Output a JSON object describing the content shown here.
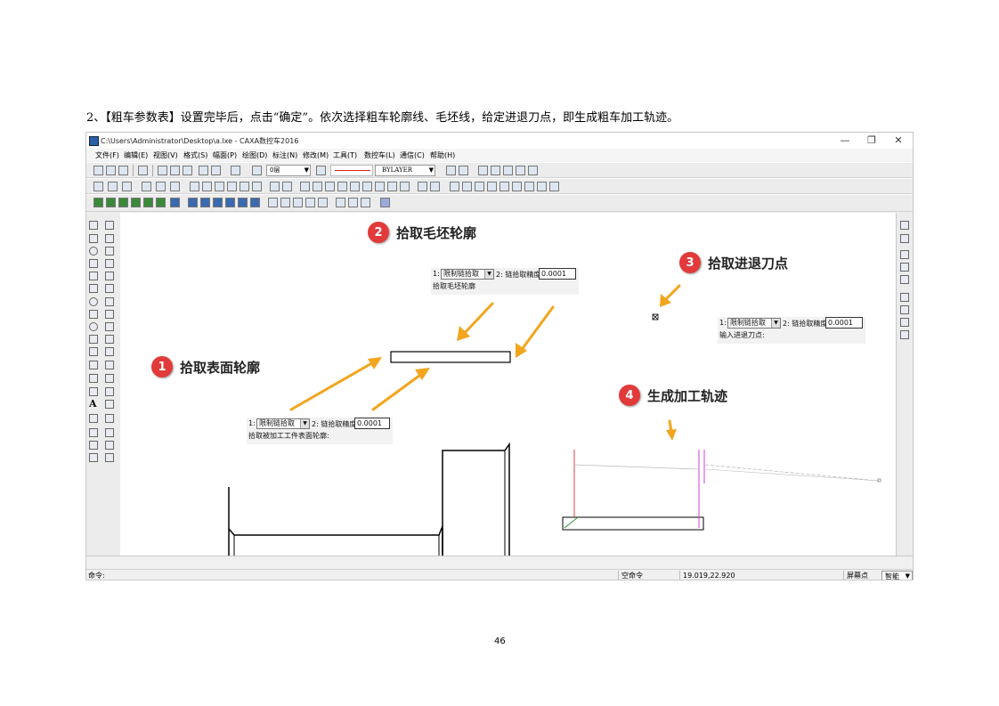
{
  "instruction": "2、【粗车参数表】设置完毕后，点击“确定”。依次选择粗车轮廓线、毛坯线，给定进退刀点，即生成粗车加工轨迹。",
  "window": {
    "title": "C:\\Users\\Administrator\\Desktop\\a.lxe - CAXA数控车2016",
    "minimize": "—",
    "restore": "❐",
    "close": "✕"
  },
  "menu": [
    "文件(F)",
    "编辑(E)",
    "视图(V)",
    "格式(S)",
    "幅面(P)",
    "绘图(D)",
    "标注(N)",
    "修改(M)",
    "工具(T)",
    "数控车(L)",
    "通信(C)",
    "帮助(H)"
  ],
  "toolbar": {
    "layer": "0层",
    "linetype": "BYLAYER"
  },
  "annotations": [
    {
      "num": "1",
      "text": "拾取表面轮廓"
    },
    {
      "num": "2",
      "text": "拾取毛坯轮廓"
    },
    {
      "num": "3",
      "text": "拾取进退刀点"
    },
    {
      "num": "4",
      "text": "生成加工轨迹"
    }
  ],
  "prompts": {
    "surface": {
      "prefix": "1:",
      "mode": "限制链拾取",
      "precision_label": "2: 链拾取精度",
      "value": "0.0001",
      "hint": "拾取被加工工件表面轮廓:"
    },
    "blank": {
      "prefix": "1:",
      "mode": "限制链拾取",
      "precision_label": "2: 链拾取精度",
      "value": "0.0001",
      "hint": "拾取毛坯轮廓"
    },
    "point": {
      "prefix": "1:",
      "mode": "限制链拾取",
      "precision_label": "2: 链拾取精度",
      "value": "0.0001",
      "hint": "输入进退刀点:"
    }
  },
  "statusbar": {
    "command": "命令:",
    "state": "空命令",
    "coords": "19.019,22.920",
    "snap": "屏幕点",
    "mode": "智能"
  },
  "page_number": "46",
  "colors": {
    "arrow": "#f2a51d",
    "badge": "#e23a3a",
    "toolpath_red": "#e0404a",
    "toolpath_magenta": "#d040d0",
    "blank_green": "#3a9a3a"
  }
}
